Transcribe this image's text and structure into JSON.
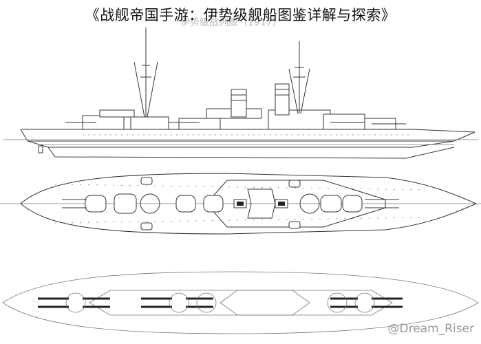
{
  "header": {
    "title": "《战舰帝国手游：伊势级舰船图鉴详解与探索》",
    "subtitle": "伊势级战列舰（1917）"
  },
  "watermark": {
    "text": "@Dream_Riser"
  },
  "figures": {
    "side_profile_icon": "ship-side-profile-drawing",
    "deck_plan_icon": "ship-deck-plan-drawing",
    "armor_plan_icon": "ship-armor-plan-drawing"
  }
}
